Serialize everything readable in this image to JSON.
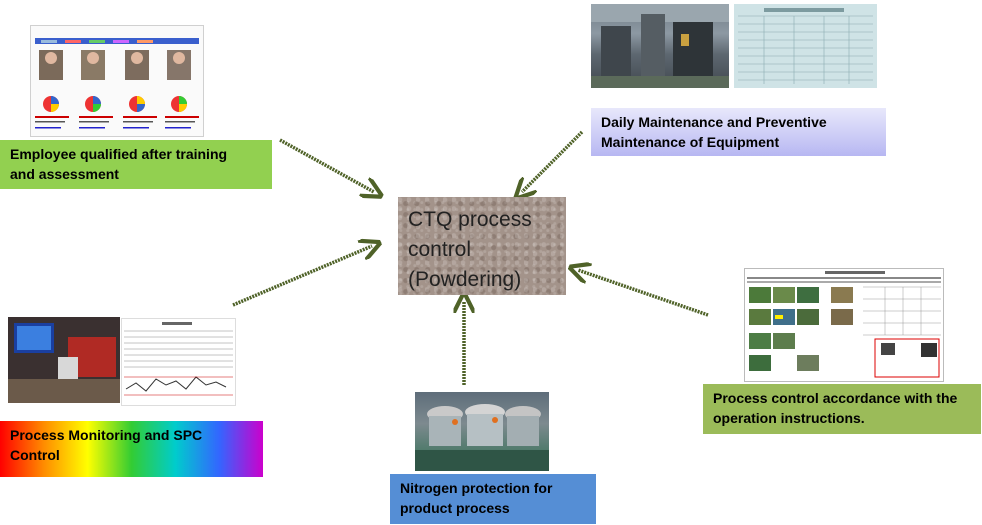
{
  "center": {
    "label": "CTQ process\ncontrol\n(Powdering)"
  },
  "labels": {
    "employee": "Employee qualified after training\nand assessment",
    "maintenance": "Daily Maintenance and Preventive\nMaintenance of Equipment",
    "spc": "Process Monitoring and SPC\nControl",
    "nitrogen": "Nitrogen protection for\nproduct process",
    "instruction": "Process control accordance with the\noperation instructions."
  },
  "colors": {
    "arrow": "#4f6228",
    "employee_bg": "#92d050",
    "process_bg": "#9bbb59",
    "nitrogen_bg": "#558ed5",
    "maintenance_bg": "#b7b7f2"
  }
}
